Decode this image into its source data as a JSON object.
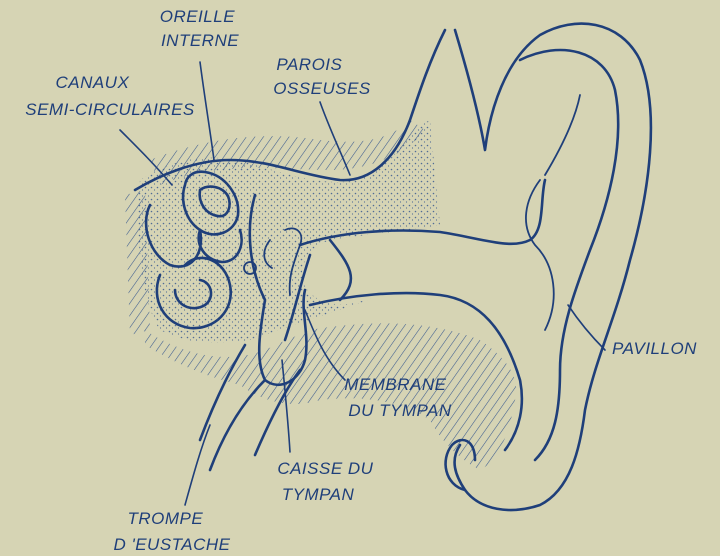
{
  "labels": {
    "oreille_interne": [
      "OREILLE",
      "INTERNE"
    ],
    "canaux": [
      "CANAUX",
      "SEMI-CIRCULAIRES"
    ],
    "parois": [
      "PAROIS",
      "OSSEUSES"
    ],
    "pavillon": "PAVILLON",
    "membrane": [
      "MEMBRANE",
      "DU TYMPAN"
    ],
    "caisse": [
      "CAISSE DU",
      "TYMPAN"
    ],
    "trompe": [
      "TROMPE",
      "D 'EUSTACHE"
    ]
  },
  "colors": {
    "paper": "#d6d4b4",
    "ink": "#1f3f7a",
    "bone_fill": "#cfcca7",
    "hatch": "#3a5a8f"
  }
}
